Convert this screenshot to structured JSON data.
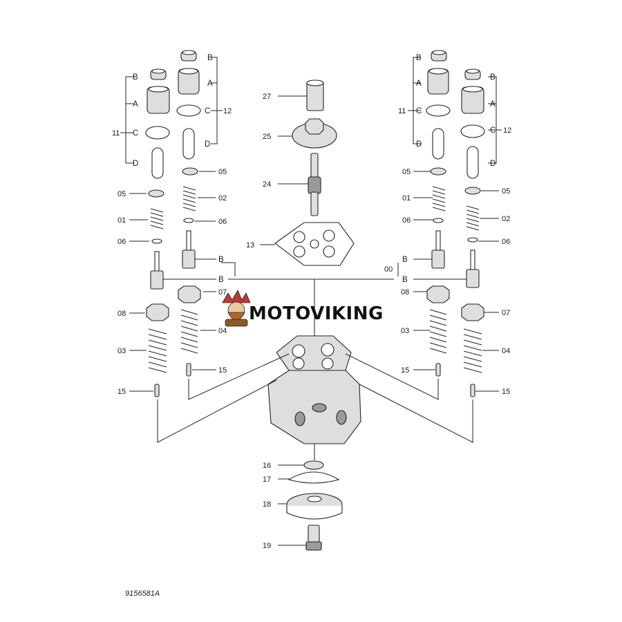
{
  "drawing_number": "9156581A",
  "watermark": {
    "text": "MOTOVIKING"
  },
  "left": {
    "b1": "B",
    "b2": "B",
    "a1": "A",
    "a2": "A",
    "c1": "C",
    "c2": "C",
    "d1": "D",
    "d2": "D",
    "n11": "11",
    "n12": "12",
    "n05a": "05",
    "n05b": "05",
    "n02": "02",
    "n01": "01",
    "n06a": "06",
    "n06b": "06",
    "bb1": "B",
    "bb2": "B",
    "n07": "07",
    "n08": "08",
    "n04": "04",
    "n03": "03",
    "n15a": "15",
    "n15b": "15"
  },
  "right": {
    "b1": "B",
    "b2": "B",
    "a1": "A",
    "a2": "A",
    "c1": "C",
    "c2": "C",
    "d1": "D",
    "d2": "D",
    "n11": "11",
    "n12": "12",
    "n05a": "05",
    "n05b": "05",
    "n01": "01",
    "n02": "02",
    "n06a": "06",
    "n06b": "06",
    "n00": "00",
    "bb1": "B",
    "bb2": "B",
    "n08": "08",
    "n07": "07",
    "n03": "03",
    "n04": "04",
    "n15a": "15",
    "n15b": "15"
  },
  "center": {
    "n27": "27",
    "n25": "25",
    "n24": "24",
    "n13": "13",
    "n16": "16",
    "n17": "17",
    "n18": "18",
    "n19": "19"
  }
}
